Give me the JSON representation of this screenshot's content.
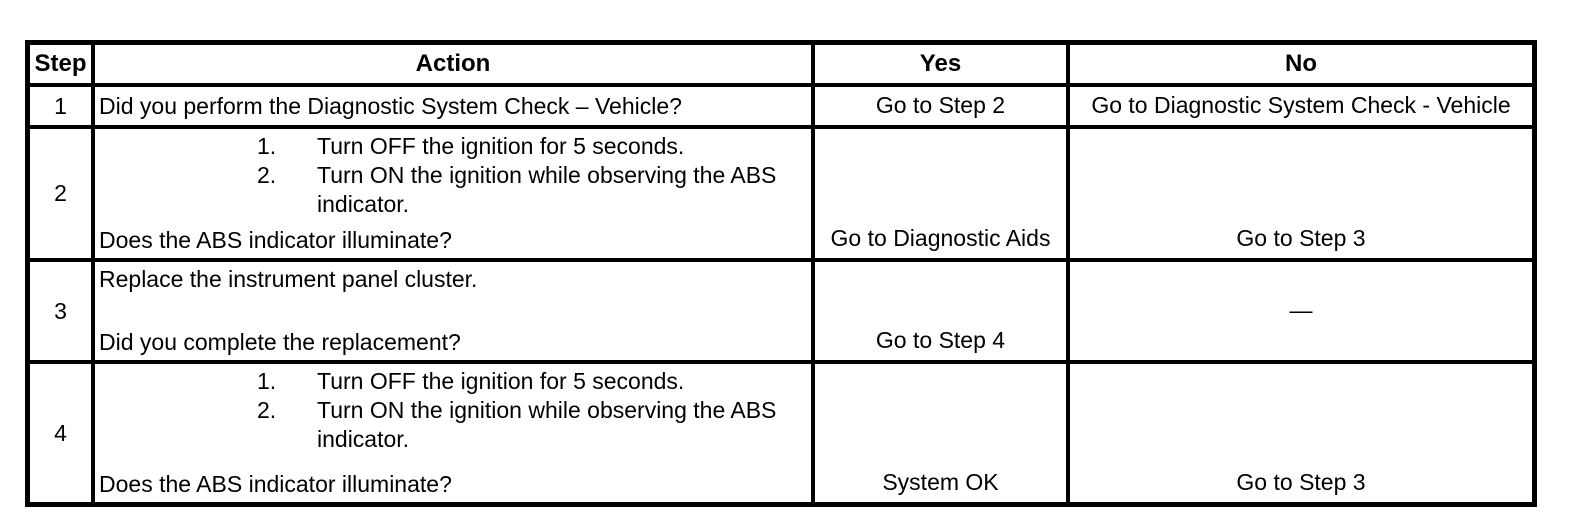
{
  "colors": {
    "border": "#000000",
    "text": "#000000",
    "background": "#ffffff"
  },
  "table": {
    "headers": {
      "step": "Step",
      "action": "Action",
      "yes": "Yes",
      "no": "No"
    },
    "rows": [
      {
        "step": "1",
        "question": "Did you perform the Diagnostic System Check – Vehicle?",
        "yes": "Go to Step 2",
        "no": "Go to Diagnostic System Check - Vehicle"
      },
      {
        "step": "2",
        "list": [
          {
            "marker": "1.",
            "text": "Turn OFF the ignition for 5 seconds."
          },
          {
            "marker": "2.",
            "text": "Turn ON the ignition while observing the ABS indicator."
          }
        ],
        "question": "Does the ABS indicator illuminate?",
        "yes": "Go to Diagnostic Aids",
        "no": "Go to Step 3"
      },
      {
        "step": "3",
        "statement": "Replace the instrument panel cluster.",
        "question": "Did you complete the replacement?",
        "yes": "Go to Step 4",
        "no": "—"
      },
      {
        "step": "4",
        "list": [
          {
            "marker": "1.",
            "text": "Turn OFF the ignition for 5 seconds."
          },
          {
            "marker": "2.",
            "text": "Turn ON the ignition while observing the ABS indicator."
          }
        ],
        "question": "Does the ABS indicator illuminate?",
        "yes": "System OK",
        "no": "Go to Step 3"
      }
    ]
  }
}
